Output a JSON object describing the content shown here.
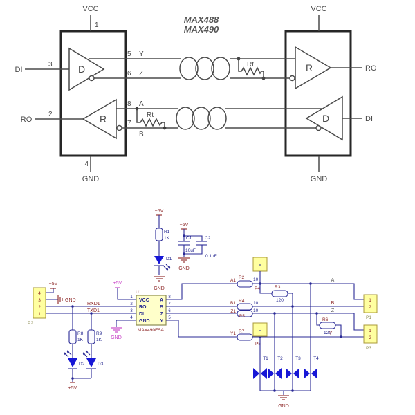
{
  "top": {
    "title1": "MAX488",
    "title2": "MAX490",
    "left": {
      "vcc": "VCC",
      "pin_vcc": "1",
      "di_label": "DI",
      "pin_di": "3",
      "driver": "D",
      "pin_y": "5",
      "net_y": "Y",
      "pin_z": "6",
      "net_z": "Z",
      "ro_label": "RO",
      "pin_ro": "2",
      "receiver": "R",
      "pin_a": "8",
      "net_a": "A",
      "pin_b": "7",
      "net_b": "B",
      "gnd": "GND",
      "pin_gnd": "4",
      "rt": "Rt"
    },
    "right": {
      "vcc": "VCC",
      "receiver": "R",
      "ro_label": "RO",
      "driver": "D",
      "di_label": "DI",
      "gnd": "GND",
      "rt": "Rt"
    }
  },
  "sch": {
    "p2": {
      "label": "P2",
      "pins": [
        "4",
        "3",
        "2",
        "1"
      ]
    },
    "pwr": {
      "p5v": "+5V",
      "gnd": "GND"
    },
    "nets": {
      "rxd1": "RXD1",
      "txd1": "TXD1",
      "a1": "A1",
      "b1": "B1",
      "z1": "Z1",
      "y1": "Y1",
      "a": "A",
      "b": "B",
      "z": "Z",
      "y": "Y"
    },
    "r1": {
      "ref": "R1",
      "val": "1K"
    },
    "r2": {
      "ref": "R2",
      "val": "10"
    },
    "r3": {
      "ref": "R3",
      "val": "120"
    },
    "r4": {
      "ref": "R4",
      "val": "10"
    },
    "r5": {
      "ref": "R5",
      "val": "10"
    },
    "r6": {
      "ref": "R6",
      "val": "120"
    },
    "r7": {
      "ref": "R7",
      "val": "10"
    },
    "r8": {
      "ref": "R8",
      "val": "1K"
    },
    "r9": {
      "ref": "R9",
      "val": "1K"
    },
    "c1": {
      "ref": "C1",
      "val": "10uF"
    },
    "c2": {
      "ref": "C2",
      "val": "0.1uF"
    },
    "d1": "D1",
    "d2": "D2",
    "d3": "D3",
    "u1": {
      "ref": "U1",
      "part": "MAX490ESA",
      "left": [
        "VCC",
        "RO",
        "DI",
        "GND"
      ],
      "lnum": [
        "1",
        "2",
        "3",
        "4"
      ],
      "right": [
        "A",
        "B",
        "Z",
        "Y"
      ],
      "rnum": [
        "8",
        "7",
        "6",
        "5"
      ]
    },
    "p4": {
      "label": "P4",
      "sym": "-"
    },
    "p5": {
      "label": "P5",
      "sym": "-"
    },
    "t": [
      "T1",
      "T2",
      "T3",
      "T4"
    ],
    "p1": {
      "label": "P1",
      "pins": [
        "1",
        "2"
      ]
    },
    "p3": {
      "label": "P3",
      "pins": [
        "1",
        "2"
      ]
    }
  }
}
